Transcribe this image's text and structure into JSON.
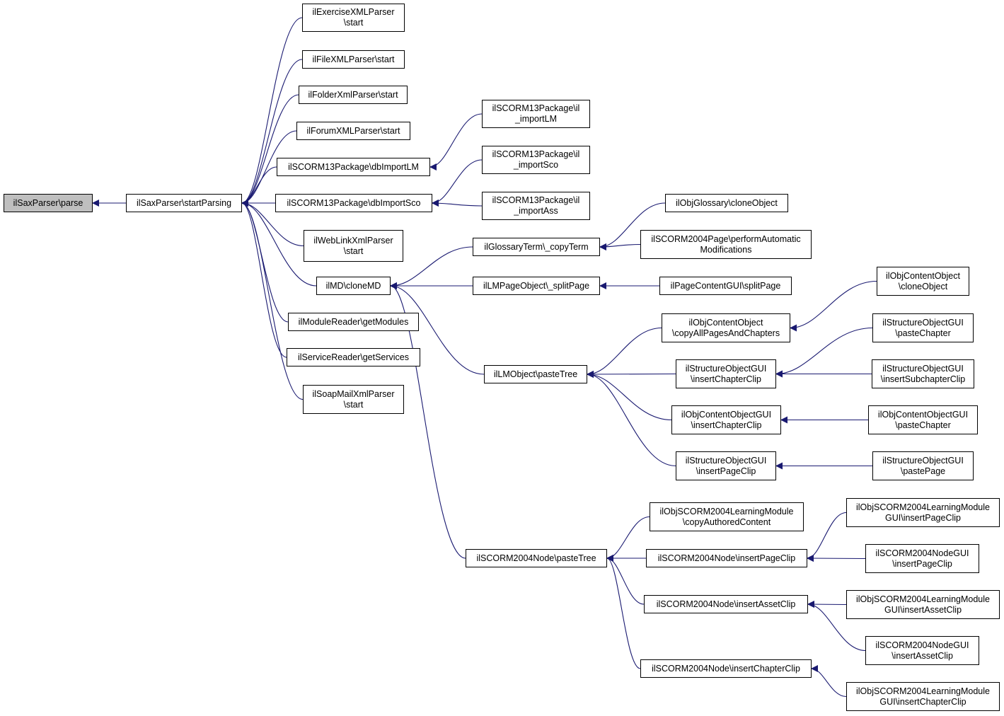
{
  "colors": {
    "edge": "#191970",
    "root_fill": "#bfbfbf",
    "node_fill": "#ffffff",
    "border": "#000000"
  },
  "nodes": {
    "parse": {
      "lines": [
        "ilSaxParser\\parse"
      ]
    },
    "startParsing": {
      "lines": [
        "ilSaxParser\\startParsing"
      ]
    },
    "exercise": {
      "lines": [
        "ilExerciseXMLParser",
        "\\start"
      ]
    },
    "file": {
      "lines": [
        "ilFileXMLParser\\start"
      ]
    },
    "folder": {
      "lines": [
        "ilFolderXmlParser\\start"
      ]
    },
    "forum": {
      "lines": [
        "ilForumXMLParser\\start"
      ]
    },
    "dbImportLM": {
      "lines": [
        "ilSCORM13Package\\dbImportLM"
      ]
    },
    "dbImportSco": {
      "lines": [
        "ilSCORM13Package\\dbImportSco"
      ]
    },
    "weblink": {
      "lines": [
        "ilWebLinkXmlParser",
        "\\start"
      ]
    },
    "cloneMD": {
      "lines": [
        "ilMD\\cloneMD"
      ]
    },
    "moduleReader": {
      "lines": [
        "ilModuleReader\\getModules"
      ]
    },
    "serviceReader": {
      "lines": [
        "ilServiceReader\\getServices"
      ]
    },
    "soapMail": {
      "lines": [
        "ilSoapMailXmlParser",
        "\\start"
      ]
    },
    "importLM": {
      "lines": [
        "ilSCORM13Package\\il",
        "_importLM"
      ]
    },
    "importSco": {
      "lines": [
        "ilSCORM13Package\\il",
        "_importSco"
      ]
    },
    "importAss": {
      "lines": [
        "ilSCORM13Package\\il",
        "_importAss"
      ]
    },
    "copyTerm": {
      "lines": [
        "ilGlossaryTerm\\_copyTerm"
      ]
    },
    "splitPage": {
      "lines": [
        "ilLMPageObject\\_splitPage"
      ]
    },
    "lmPasteTree": {
      "lines": [
        "ilLMObject\\pasteTree"
      ]
    },
    "scoPasteTree": {
      "lines": [
        "ilSCORM2004Node\\pasteTree"
      ]
    },
    "glossaryClone": {
      "lines": [
        "ilObjGlossary\\cloneObject"
      ]
    },
    "performAuto": {
      "lines": [
        "ilSCORM2004Page\\performAutomatic",
        "Modifications"
      ]
    },
    "pcSplitPage": {
      "lines": [
        "ilPageContentGUI\\splitPage"
      ]
    },
    "copyAllPages": {
      "lines": [
        "ilObjContentObject",
        "\\copyAllPagesAndChapters"
      ]
    },
    "soInsertChapterClip": {
      "lines": [
        "ilStructureObjectGUI",
        "\\insertChapterClip"
      ]
    },
    "cogInsertChapterClip": {
      "lines": [
        "ilObjContentObjectGUI",
        "\\insertChapterClip"
      ]
    },
    "soInsertPageClip": {
      "lines": [
        "ilStructureObjectGUI",
        "\\insertPageClip"
      ]
    },
    "copyAuthored": {
      "lines": [
        "ilObjSCORM2004LearningModule",
        "\\copyAuthoredContent"
      ]
    },
    "nodeInsertPageClip": {
      "lines": [
        "ilSCORM2004Node\\insertPageClip"
      ]
    },
    "nodeInsertAssetClip": {
      "lines": [
        "ilSCORM2004Node\\insertAssetClip"
      ]
    },
    "nodeInsertChapterClip": {
      "lines": [
        "ilSCORM2004Node\\insertChapterClip"
      ]
    },
    "cocloneObject": {
      "lines": [
        "ilObjContentObject",
        "\\cloneObject"
      ]
    },
    "soPasteChapter": {
      "lines": [
        "ilStructureObjectGUI",
        "\\pasteChapter"
      ]
    },
    "soInsertSubchapter": {
      "lines": [
        "ilStructureObjectGUI",
        "\\insertSubchapterClip"
      ]
    },
    "cogPasteChapter": {
      "lines": [
        "ilObjContentObjectGUI",
        "\\pasteChapter"
      ]
    },
    "soPastePage": {
      "lines": [
        "ilStructureObjectGUI",
        "\\pastePage"
      ]
    },
    "lmguiInsertPageClip": {
      "lines": [
        "ilObjSCORM2004LearningModule",
        "GUI\\insertPageClip"
      ]
    },
    "nodeguiInsertPageClip": {
      "lines": [
        "ilSCORM2004NodeGUI",
        "\\insertPageClip"
      ]
    },
    "lmguiInsertAssetClip": {
      "lines": [
        "ilObjSCORM2004LearningModule",
        "GUI\\insertAssetClip"
      ]
    },
    "nodeguiInsertAssetClip": {
      "lines": [
        "ilSCORM2004NodeGUI",
        "\\insertAssetClip"
      ]
    },
    "lmguiInsertChapterClip": {
      "lines": [
        "ilObjSCORM2004LearningModule",
        "GUI\\insertChapterClip"
      ]
    }
  },
  "edges": [
    [
      "startParsing",
      "parse"
    ],
    [
      "exercise",
      "startParsing"
    ],
    [
      "file",
      "startParsing"
    ],
    [
      "folder",
      "startParsing"
    ],
    [
      "forum",
      "startParsing"
    ],
    [
      "dbImportLM",
      "startParsing"
    ],
    [
      "dbImportSco",
      "startParsing"
    ],
    [
      "weblink",
      "startParsing"
    ],
    [
      "cloneMD",
      "startParsing"
    ],
    [
      "moduleReader",
      "startParsing"
    ],
    [
      "serviceReader",
      "startParsing"
    ],
    [
      "soapMail",
      "startParsing"
    ],
    [
      "importLM",
      "dbImportLM"
    ],
    [
      "importSco",
      "dbImportSco"
    ],
    [
      "importAss",
      "dbImportSco"
    ],
    [
      "copyTerm",
      "cloneMD"
    ],
    [
      "splitPage",
      "cloneMD"
    ],
    [
      "lmPasteTree",
      "cloneMD"
    ],
    [
      "scoPasteTree",
      "cloneMD"
    ],
    [
      "glossaryClone",
      "copyTerm"
    ],
    [
      "performAuto",
      "copyTerm"
    ],
    [
      "pcSplitPage",
      "splitPage"
    ],
    [
      "copyAllPages",
      "lmPasteTree"
    ],
    [
      "soInsertChapterClip",
      "lmPasteTree"
    ],
    [
      "cogInsertChapterClip",
      "lmPasteTree"
    ],
    [
      "soInsertPageClip",
      "lmPasteTree"
    ],
    [
      "cocloneObject",
      "copyAllPages"
    ],
    [
      "soPasteChapter",
      "soInsertChapterClip"
    ],
    [
      "soInsertSubchapter",
      "soInsertChapterClip"
    ],
    [
      "cogPasteChapter",
      "cogInsertChapterClip"
    ],
    [
      "soPastePage",
      "soInsertPageClip"
    ],
    [
      "copyAuthored",
      "scoPasteTree"
    ],
    [
      "nodeInsertPageClip",
      "scoPasteTree"
    ],
    [
      "nodeInsertAssetClip",
      "scoPasteTree"
    ],
    [
      "nodeInsertChapterClip",
      "scoPasteTree"
    ],
    [
      "lmguiInsertPageClip",
      "nodeInsertPageClip"
    ],
    [
      "nodeguiInsertPageClip",
      "nodeInsertPageClip"
    ],
    [
      "lmguiInsertAssetClip",
      "nodeInsertAssetClip"
    ],
    [
      "nodeguiInsertAssetClip",
      "nodeInsertAssetClip"
    ],
    [
      "lmguiInsertChapterClip",
      "nodeInsertChapterClip"
    ]
  ]
}
